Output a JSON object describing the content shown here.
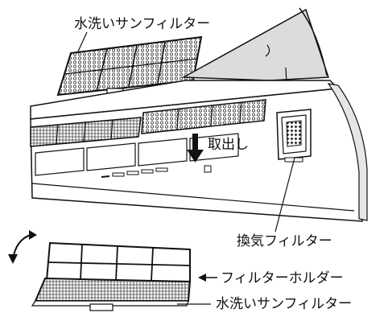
{
  "labels": {
    "top_filter": "水洗いサンフィルター",
    "remove": "取出し",
    "ventilation_filter": "換気フィルター",
    "filter_holder": "フィルターホルダー",
    "bottom_filter": "水洗いサンフィルター"
  },
  "colors": {
    "line": "#111111",
    "shade": "#dddddd",
    "mesh": "#555555"
  }
}
